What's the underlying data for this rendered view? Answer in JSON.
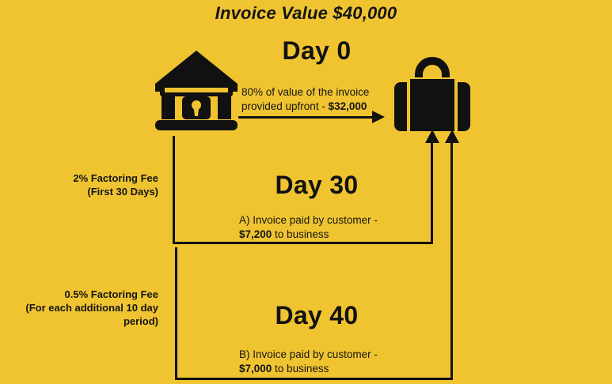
{
  "diagram": {
    "title": "Invoice Value $40,000",
    "background_color": "#f0c431",
    "ink_color": "#111111",
    "stages": [
      {
        "heading": "Day 0",
        "note_prefix": "80% of value of the invoice provided upfront - ",
        "note_amount": "$32,000",
        "note_suffix": ""
      },
      {
        "heading": "Day 30",
        "note_prefix": "A) Invoice paid by customer - ",
        "note_amount": "$7,200",
        "note_suffix": " to business"
      },
      {
        "heading": "Day 40",
        "note_prefix": "B) Invoice paid by customer - ",
        "note_amount": "$7,000",
        "note_suffix": " to business"
      }
    ],
    "fees": [
      {
        "line1": "2% Factoring Fee",
        "line2": "(First 30 Days)",
        "line3": ""
      },
      {
        "line1": "0.5% Factoring Fee",
        "line2": "(For each additional 10 day",
        "line3": "period)"
      }
    ],
    "icons": {
      "source": "bank-icon",
      "destination": "briefcase-icon"
    }
  }
}
